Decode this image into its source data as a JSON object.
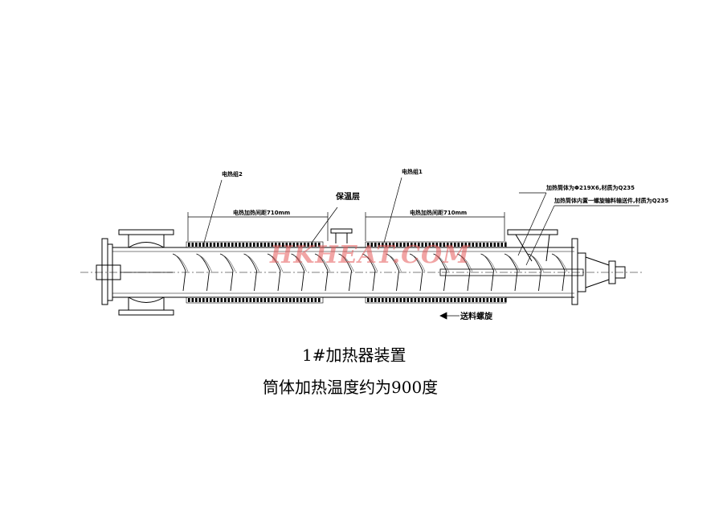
{
  "labels": {
    "heater_group_2": "电热组2",
    "heater_group_1": "电热组1",
    "insulation_layer": "保温层",
    "heating_length_left": "电热加热间距710mm",
    "heating_length_right": "电热加热间距710mm",
    "drum_spec": "加热筒体为Φ219X6,材质为Q235",
    "screw_spec": "加热筒体内置一螺旋输料输送件,材质为Q235",
    "feed_screw": "送料螺旋"
  },
  "watermark": "HKHEAT.COM",
  "caption": {
    "line1": "1#加热器装置",
    "line2": "筒体加热温度约为900度"
  },
  "colors": {
    "line": "#000000",
    "watermark": "#e65a5a"
  }
}
